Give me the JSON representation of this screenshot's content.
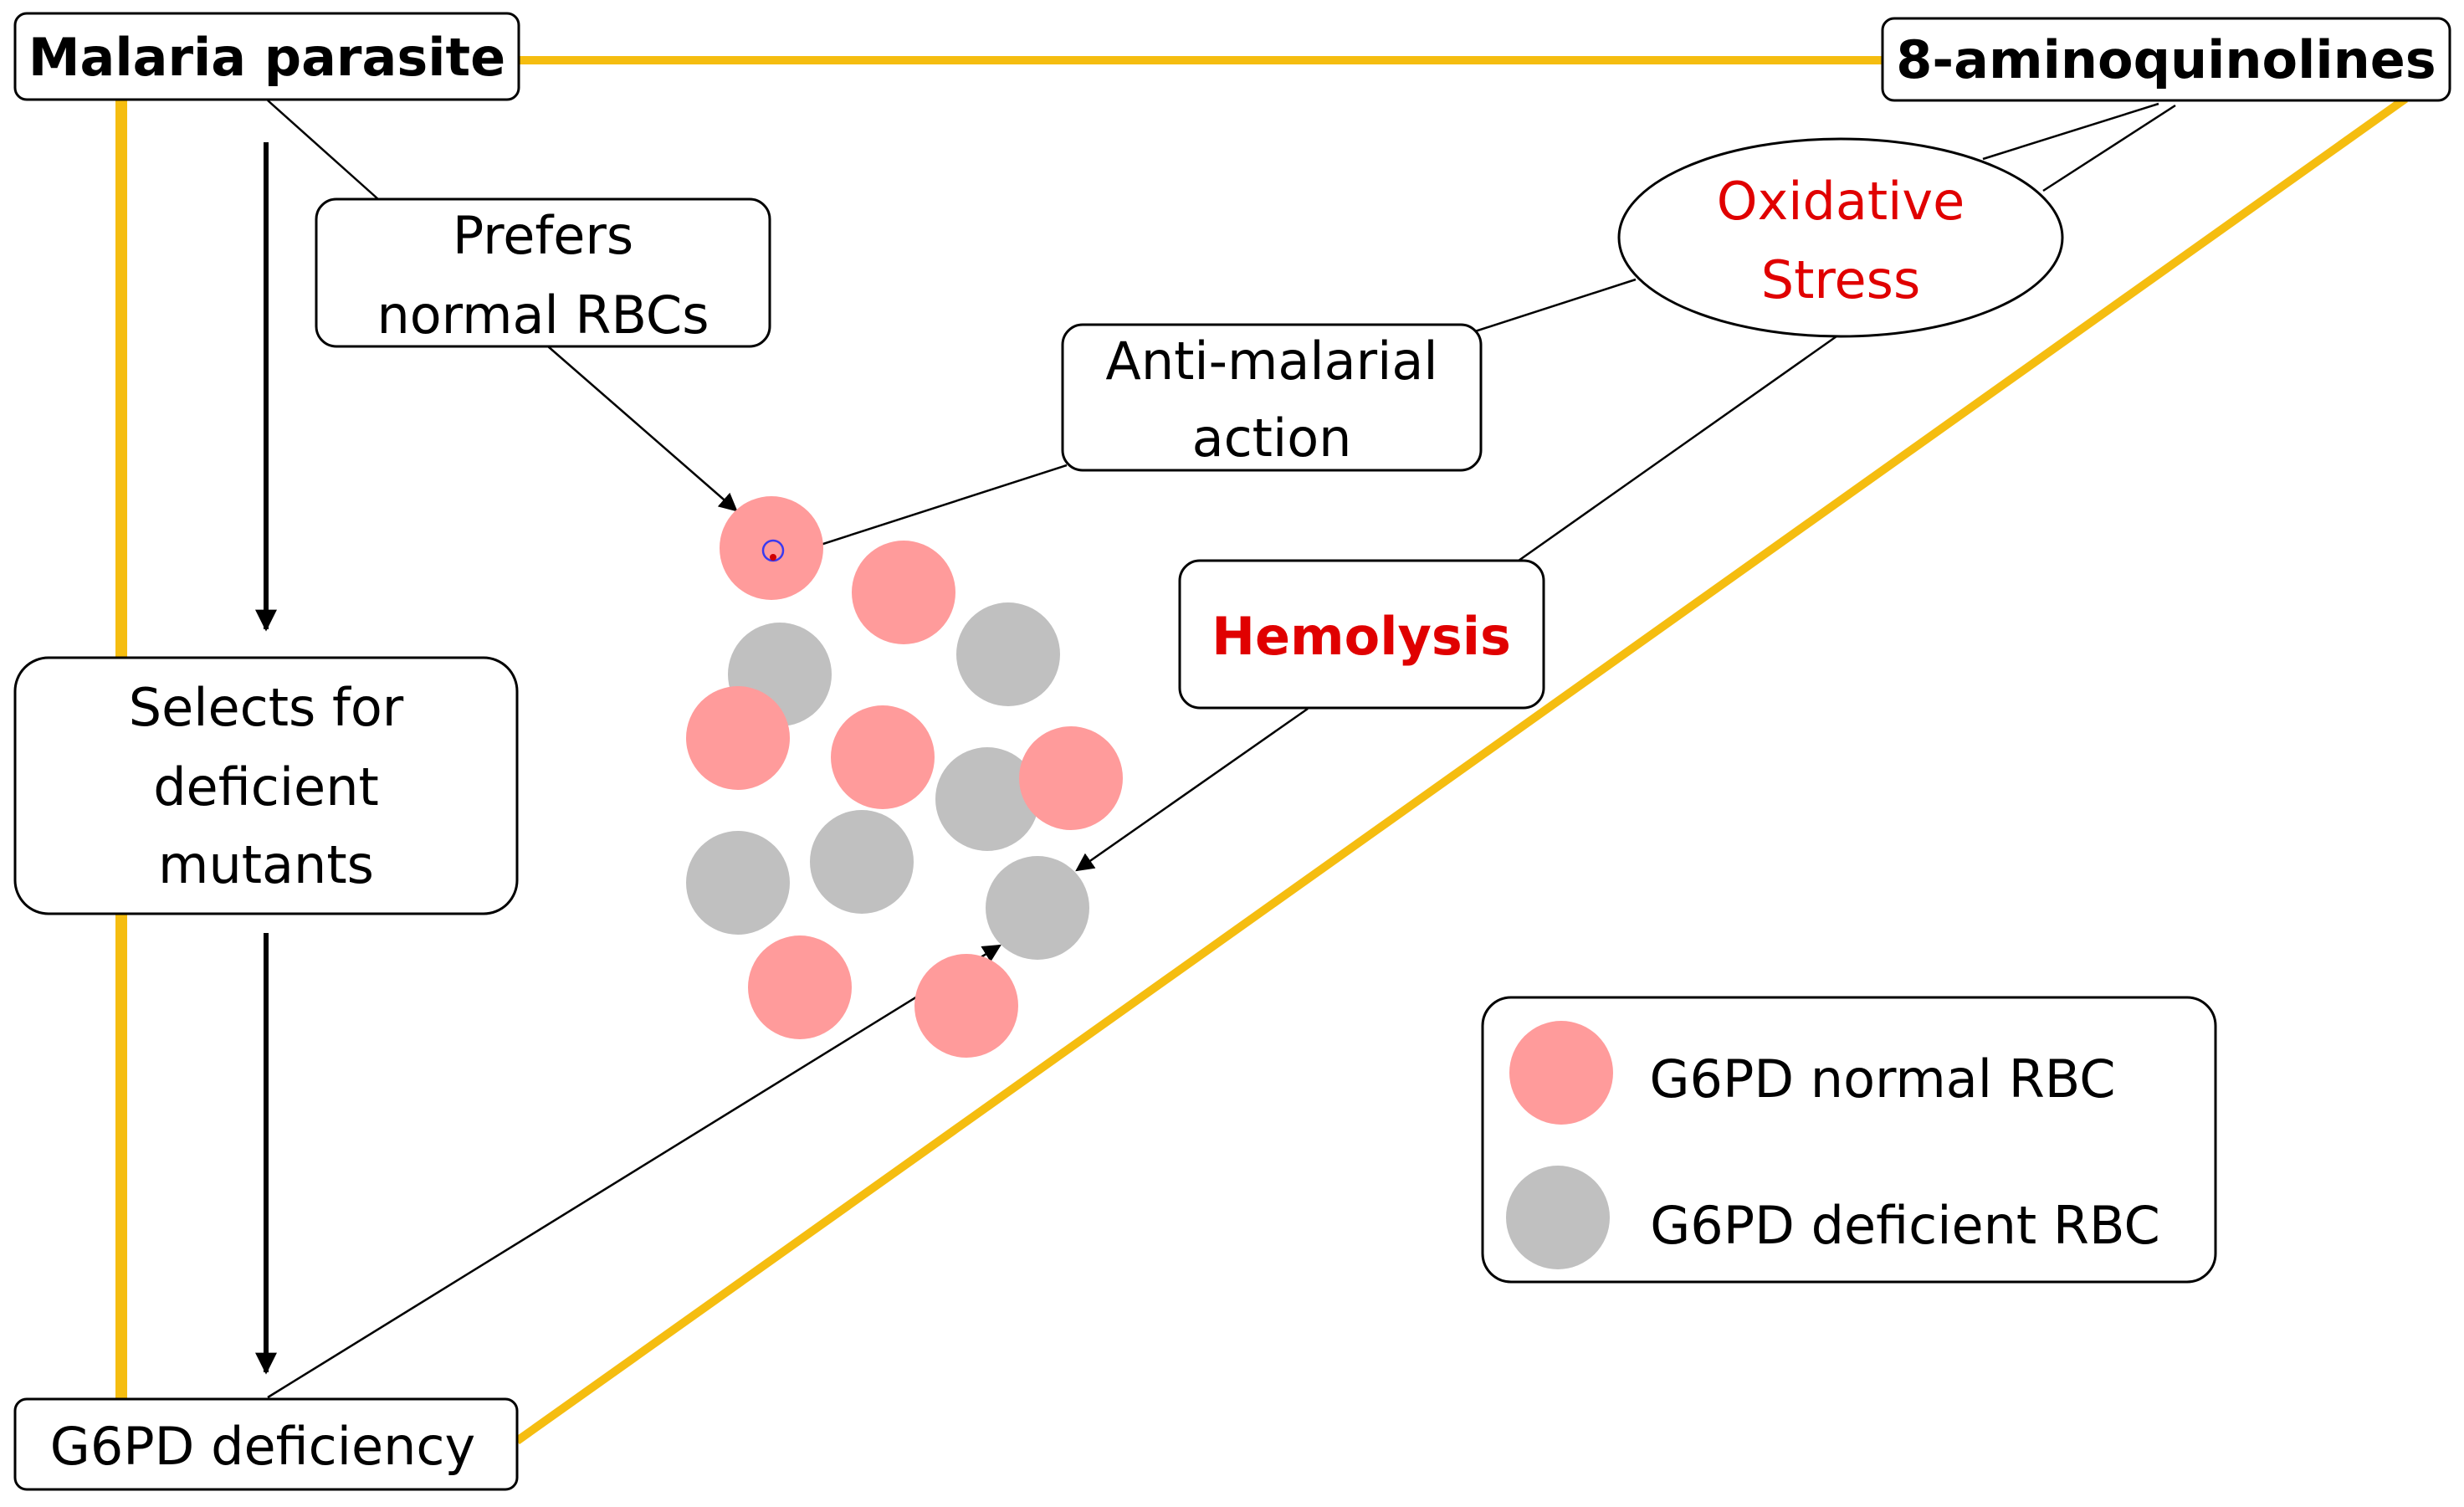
{
  "nodes": {
    "malaria": {
      "label": "Malaria parasite"
    },
    "aminoquinolines": {
      "label": "8-aminoquinolines"
    },
    "prefers": {
      "lines": [
        "Prefers",
        "normal RBCs"
      ]
    },
    "antimalarial": {
      "lines": [
        "Anti-malarial",
        "action"
      ]
    },
    "oxidative": {
      "lines": [
        "Oxidative",
        "Stress"
      ]
    },
    "hemolysis": {
      "label": "Hemolysis"
    },
    "selects": {
      "lines": [
        "Selects for",
        "deficient",
        "mutants"
      ]
    },
    "g6pd": {
      "label": "G6PD deficiency"
    }
  },
  "legend": {
    "normal": {
      "label": "G6PD normal RBC"
    },
    "deficient": {
      "label": "G6PD deficient RBC"
    }
  },
  "colors": {
    "normal_rbc": "#ff9b9b",
    "deficient_rbc": "#c0c0c0",
    "triangle": "#f5bd10",
    "highlight_text": "#e00000",
    "arrow": "#000000"
  }
}
